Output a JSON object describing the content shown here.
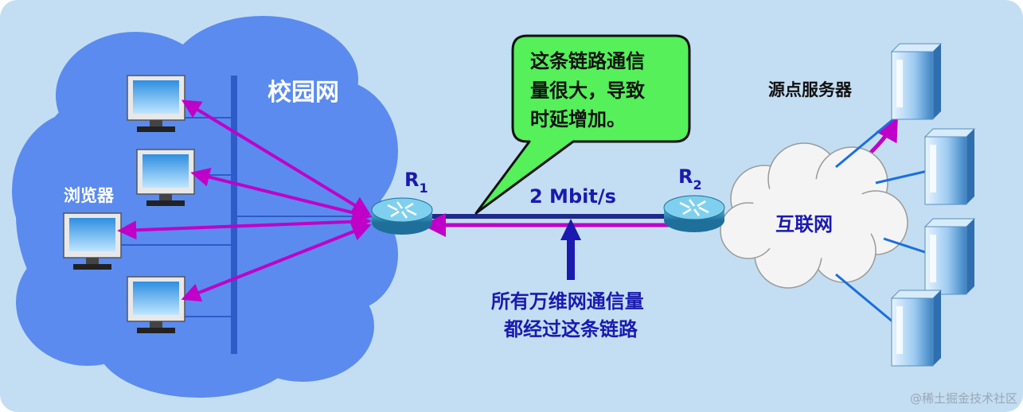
{
  "campus": {
    "label": "校园网"
  },
  "browsers": {
    "label": "浏览器"
  },
  "router1": {
    "name": "R",
    "sub": "1"
  },
  "router2": {
    "name": "R",
    "sub": "2"
  },
  "link": {
    "bandwidth": "2 Mbit/s"
  },
  "callout": {
    "lines": [
      "这条链路通信",
      "量很大，导致",
      "时延增加。"
    ]
  },
  "annotation": {
    "lines": [
      "所有万维网通信量",
      "都经过这条链路"
    ]
  },
  "internet": {
    "label": "互联网"
  },
  "servers": {
    "label": "源点服务器"
  },
  "watermark": {
    "text": "@稀土掘金技术社区"
  },
  "colors": {
    "background": "#c3def2",
    "campus_cloud": "#5b8bee",
    "callout_fill": "#55f05a",
    "arrow_magenta": "#c000c8",
    "annotation_blue": "#1a1ab0",
    "link_navy": "#1f2a8a",
    "router": "#2d8fb4"
  }
}
